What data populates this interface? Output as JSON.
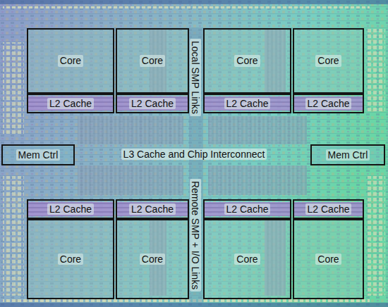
{
  "diagram": {
    "nodes": [
      {
        "text": [
          "Core"
        ]
      },
      {
        "text": [
          "Core"
        ]
      },
      {
        "text": [
          "Core"
        ]
      },
      {
        "text": [
          "Core"
        ]
      },
      {
        "text": [
          "L2 Cache"
        ]
      },
      {
        "text": [
          "L2 Cache"
        ]
      },
      {
        "text": [
          "L2 Cache"
        ]
      },
      {
        "text": [
          "L2 Cache"
        ]
      },
      {
        "text": [
          "Mem Ctrl"
        ]
      },
      {
        "text": [
          "Mem Ctrl"
        ]
      },
      {
        "text": [
          "L2 Cache"
        ]
      },
      {
        "text": [
          "L2 Cache"
        ]
      },
      {
        "text": [
          "L2 Cache"
        ]
      },
      {
        "text": [
          "L2 Cache"
        ]
      },
      {
        "text": [
          "Core"
        ]
      },
      {
        "text": [
          "Core"
        ]
      },
      {
        "text": [
          "Core"
        ]
      },
      {
        "text": [
          "Core"
        ]
      }
    ],
    "labels": [
      "L3 Cache and Chip Interconnect",
      "Local SMP Links",
      "Remote SMP + I/O Links"
    ]
  }
}
